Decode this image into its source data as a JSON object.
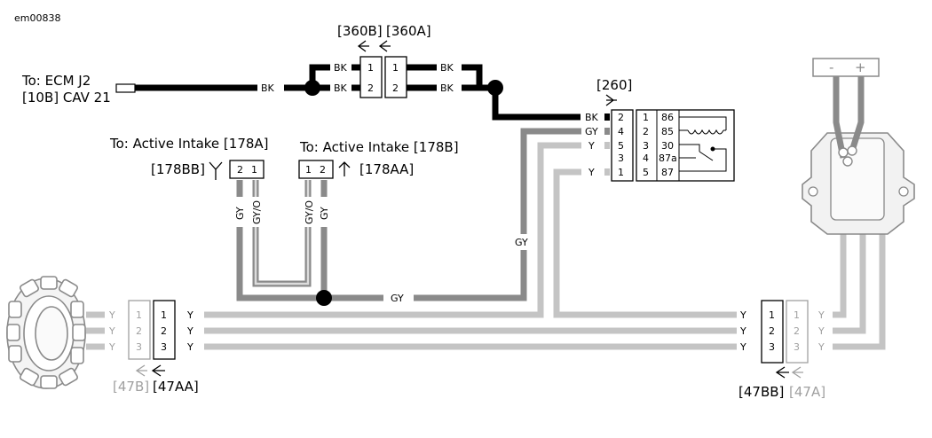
{
  "diagram_id": "em00838",
  "ecm": {
    "line1": "To: ECM J2",
    "line2": "[10B] CAV 21"
  },
  "connectors": {
    "c360b": "[360B]",
    "c360a": "[360A]",
    "c260": "[260]",
    "c178bb": "[178BB]",
    "c178aa": "[178AA]",
    "c47b": "[47B]",
    "c47aa": "[47AA]",
    "c47bb": "[47BB]",
    "c47a": "[47A]"
  },
  "active_intake_a": "To:  Active Intake [178A]",
  "active_intake_b": "To:  Active Intake [178B]",
  "wire_colors": {
    "bk": "BK",
    "gy": "GY",
    "y": "Y",
    "gyo": "GY/O"
  },
  "pins": {
    "p1": "1",
    "p2": "2",
    "p3": "3",
    "p4": "4",
    "p5": "5"
  },
  "relay_terminals": [
    "86",
    "85",
    "30",
    "87a",
    "87"
  ],
  "relay_left_pins": [
    "2",
    "4",
    "5",
    "3",
    "1"
  ],
  "relay_inner_pins": [
    "1",
    "2",
    "3",
    "4",
    "5"
  ],
  "relay_wire_colors": [
    "BK",
    "GY",
    "Y",
    "",
    "Y"
  ],
  "regulator_terminals": {
    "minus": "-",
    "plus": "+"
  },
  "colors": {
    "black_wire": "#000000",
    "gray_wire": "#8a8a8a",
    "yellow_wire": "#c4c4c4",
    "faded": "#a0a0a0"
  }
}
